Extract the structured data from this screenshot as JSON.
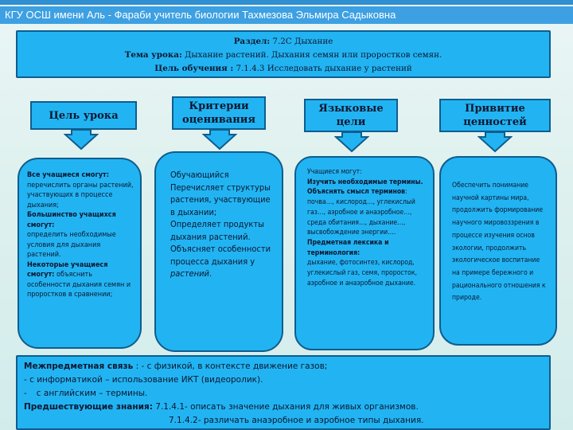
{
  "header": {
    "title": "КГУ ОСШ имени Аль - Фараби  учитель биологии Тахмезова Эльмира Садыковна"
  },
  "info": {
    "section_label": "Раздел:",
    "section_value": " 7.2С Дыхание",
    "topic_label": "Тема урока:",
    "topic_value": " Дыхание растений. Дыхания семян или проростков семян.",
    "goal_label": "Цель  обучения :",
    "goal_value": " 7.1.4.3 Исследовать дыхание у растений"
  },
  "labels": [
    "Цель урока",
    "Критерии оценивания",
    "Языковые цели",
    "Привитие ценностей"
  ],
  "goals": {
    "all_label": "Все учащиеся смогут:",
    "all_text": "перечислить органы растений, участвующих в процессе дыхания;",
    "most_label": "Большинство учащихся смогут:",
    "most_text": "определить необходимые условия для дыхания растений.",
    "some_label": "Некоторые учащиеся смогут:",
    "some_text": " объяснить особенности дыхания семян и проростков в сравнении;"
  },
  "criteria": {
    "line1": "Обучающийся",
    "line2": "Перечисляет структуры растения, участвующие в дыхании;",
    "line3": "Определяет продукты дыхания растений.",
    "line4": "Объясняет особенности процесса дыхания у ",
    "line4_em": "растений",
    "line4_end": "."
  },
  "language": {
    "intro": "Учащиеся могут:",
    "explain_label": "Изучить необходимые термины. Объяснять смысл терминов",
    "explain_text": ": почва…, кислород…, углекислый газ…, аэробное и анаэробное…, среда обитания…, дыхание…, высвобождение энергии….",
    "vocab_label": "Предметная лексика и терминология:",
    "vocab_text": "дыхание, фотосинтез, кислород, углекислый газ, семя, проросток, аэробное и анаэробное дыхание."
  },
  "values": {
    "text": "Обеспечить понимание научной картины мира, продолжить формирование научного мировоззрения в процессе изучения основ экологии, продолжить экологическое воспитание на примере бережного и рационального отношения к природе."
  },
  "bottom": {
    "links_label": "Межпредметная связь",
    "links_text": " : - с физикой, в контексте движение газов;",
    "line2": "- с информатикой – использование ИКТ (видеоролик).",
    "line3_bullet": "-",
    "line3": "с английским – термины.",
    "prior_label": "Предшествующие знания:",
    "prior_text": " 7.1.4.1- описать значение дыхания для живых организмов.",
    "prior_line2": "7.1.4.2- различать анаэробное и аэробное типы дыхания."
  }
}
